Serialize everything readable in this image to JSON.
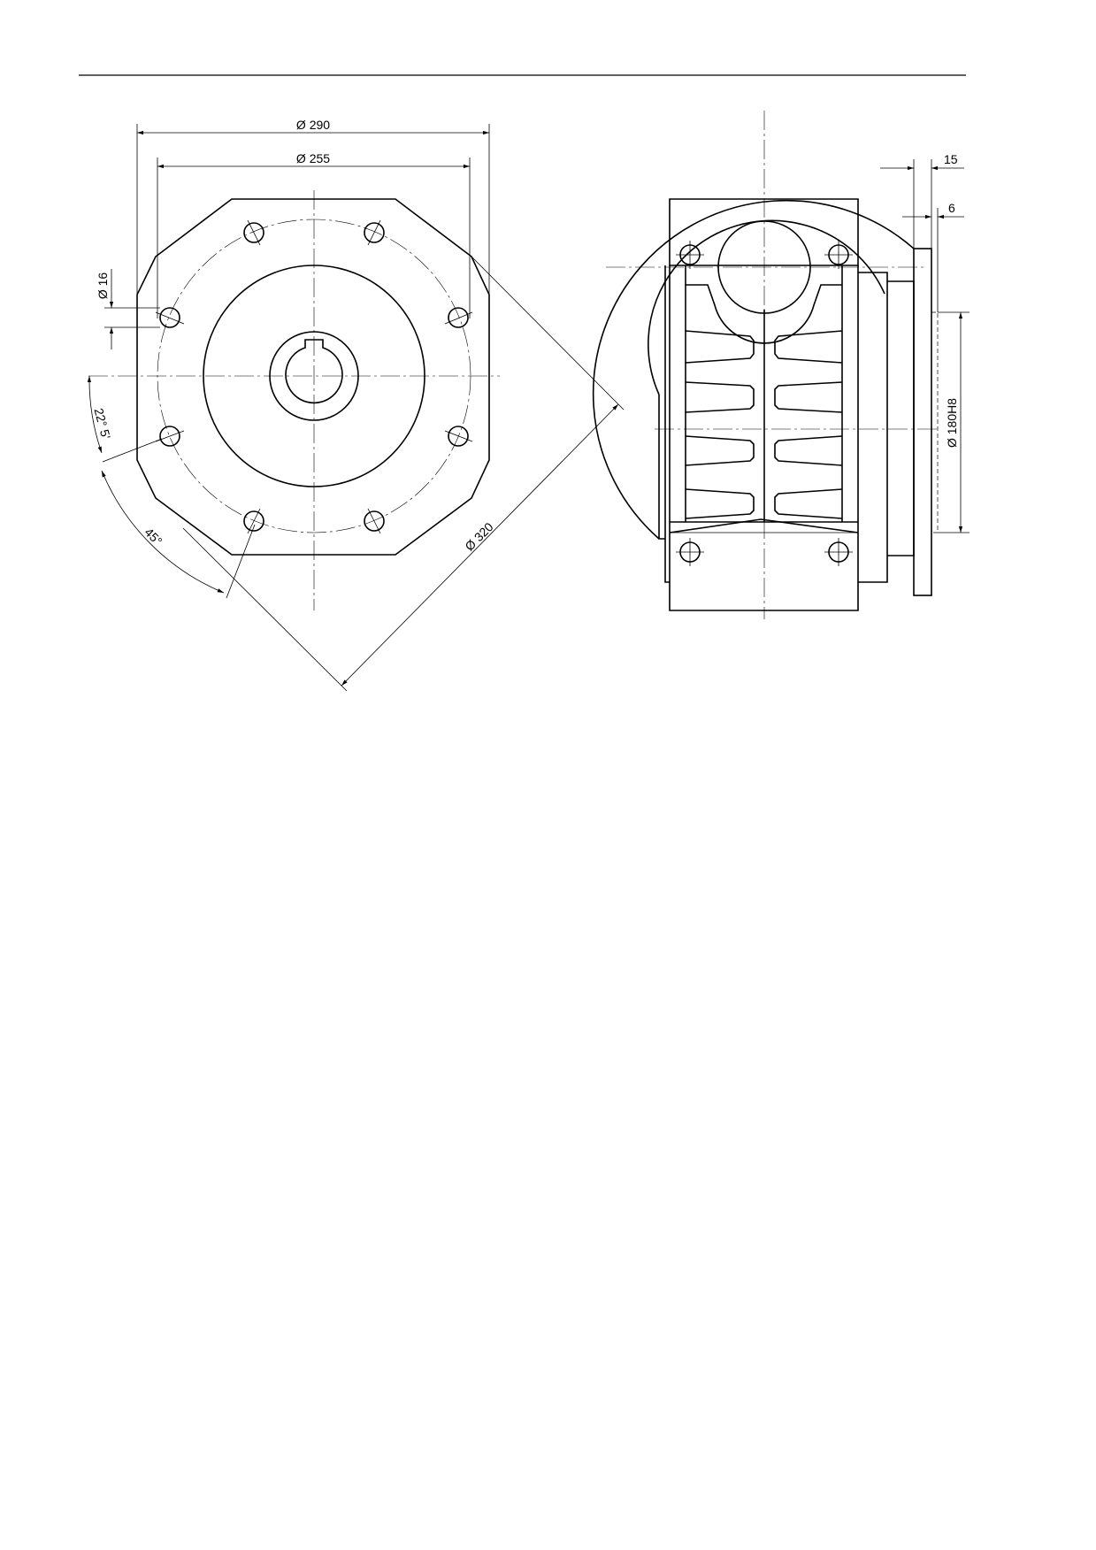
{
  "drawing": {
    "flange_view": {
      "dim_outer_diameter": "Ø 290",
      "dim_bolt_circle": "Ø 255",
      "dim_hole_diameter": "Ø 16",
      "dim_offset_angle": "22° 5'",
      "dim_pitch_angle": "45°",
      "dim_diagonal": "Ø 320"
    },
    "side_view": {
      "dim_flange_thickness": "15",
      "dim_spigot": "6",
      "dim_pilot_diameter": "Ø 180H8"
    }
  }
}
